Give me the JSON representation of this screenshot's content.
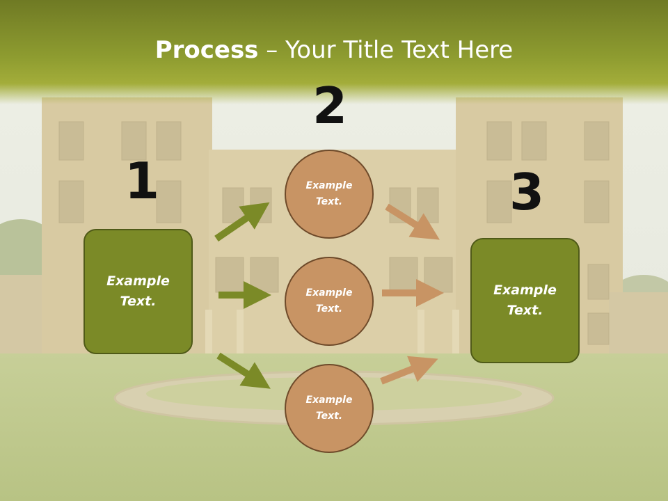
{
  "title": {
    "bold": "Process",
    "rest": " – Your Title Text Here"
  },
  "steps": {
    "n1": "1",
    "n2": "2",
    "n3": "3"
  },
  "left_box": {
    "line1": "Example",
    "line2": "Text."
  },
  "right_box": {
    "line1": "Example",
    "line2": "Text."
  },
  "circles": [
    {
      "line1": "Example",
      "line2": "Text."
    },
    {
      "line1": "Example",
      "line2": "Text."
    },
    {
      "line1": "Example",
      "line2": "Text."
    }
  ],
  "colors": {
    "green_box": "#7b8a27",
    "circle_fill": "#c89464",
    "green_arrow": "#7b8a27",
    "orange_arrow": "#c89464",
    "title_band": "#8e9c30"
  }
}
